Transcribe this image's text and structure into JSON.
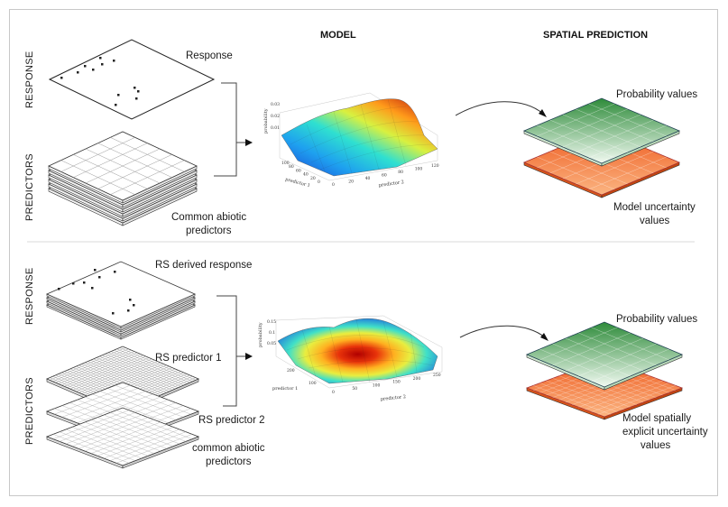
{
  "headers": {
    "model": "MODEL",
    "spatial_prediction": "SPATIAL PREDICTION"
  },
  "top": {
    "side_response": "RESPONSE",
    "side_predictors": "PREDICTORS",
    "response_label": "Response",
    "predictors_label_line1": "Common abiotic",
    "predictors_label_line2": "predictors",
    "probability_label": "Probability values",
    "uncertainty_line1": "Model uncertainty",
    "uncertainty_line2": "values",
    "plot": {
      "zlabel": "probability",
      "xlabel": "predictor 1",
      "ylabel": "predictor 2",
      "zticks": [
        "0.03",
        "0.02",
        "0.01"
      ],
      "xticks": [
        "0",
        "20",
        "40",
        "60",
        "80",
        "100"
      ],
      "yticks": [
        "0",
        "20",
        "40",
        "60",
        "80",
        "100",
        "120"
      ]
    }
  },
  "bottom": {
    "side_response": "RESPONSE",
    "side_predictors": "PREDICTORS",
    "response_label": "RS derived response",
    "rs_predictor_1": "RS predictor 1",
    "rs_predictor_2": "RS predictor 2",
    "common_line1": "common abiotic",
    "common_line2": "predictors",
    "probability_label": "Probability values",
    "uncertainty_line1": "Model spatially",
    "uncertainty_line2": "explicit uncertainty",
    "uncertainty_line3": "values",
    "plot": {
      "zlabel": "probability",
      "xlabel": "predictor 1",
      "ylabel": "predictor 2",
      "zticks": [
        "0.15",
        "0.1",
        "0.05"
      ],
      "xticks": [
        "100",
        "200"
      ],
      "yticks": [
        "0",
        "50",
        "100",
        "150",
        "200",
        "250"
      ]
    }
  },
  "colors": {
    "green_top": "#2e8b3a",
    "green_light": "#eef7ee",
    "orange_top": "#f06a2a",
    "orange_light": "#fbb080"
  }
}
